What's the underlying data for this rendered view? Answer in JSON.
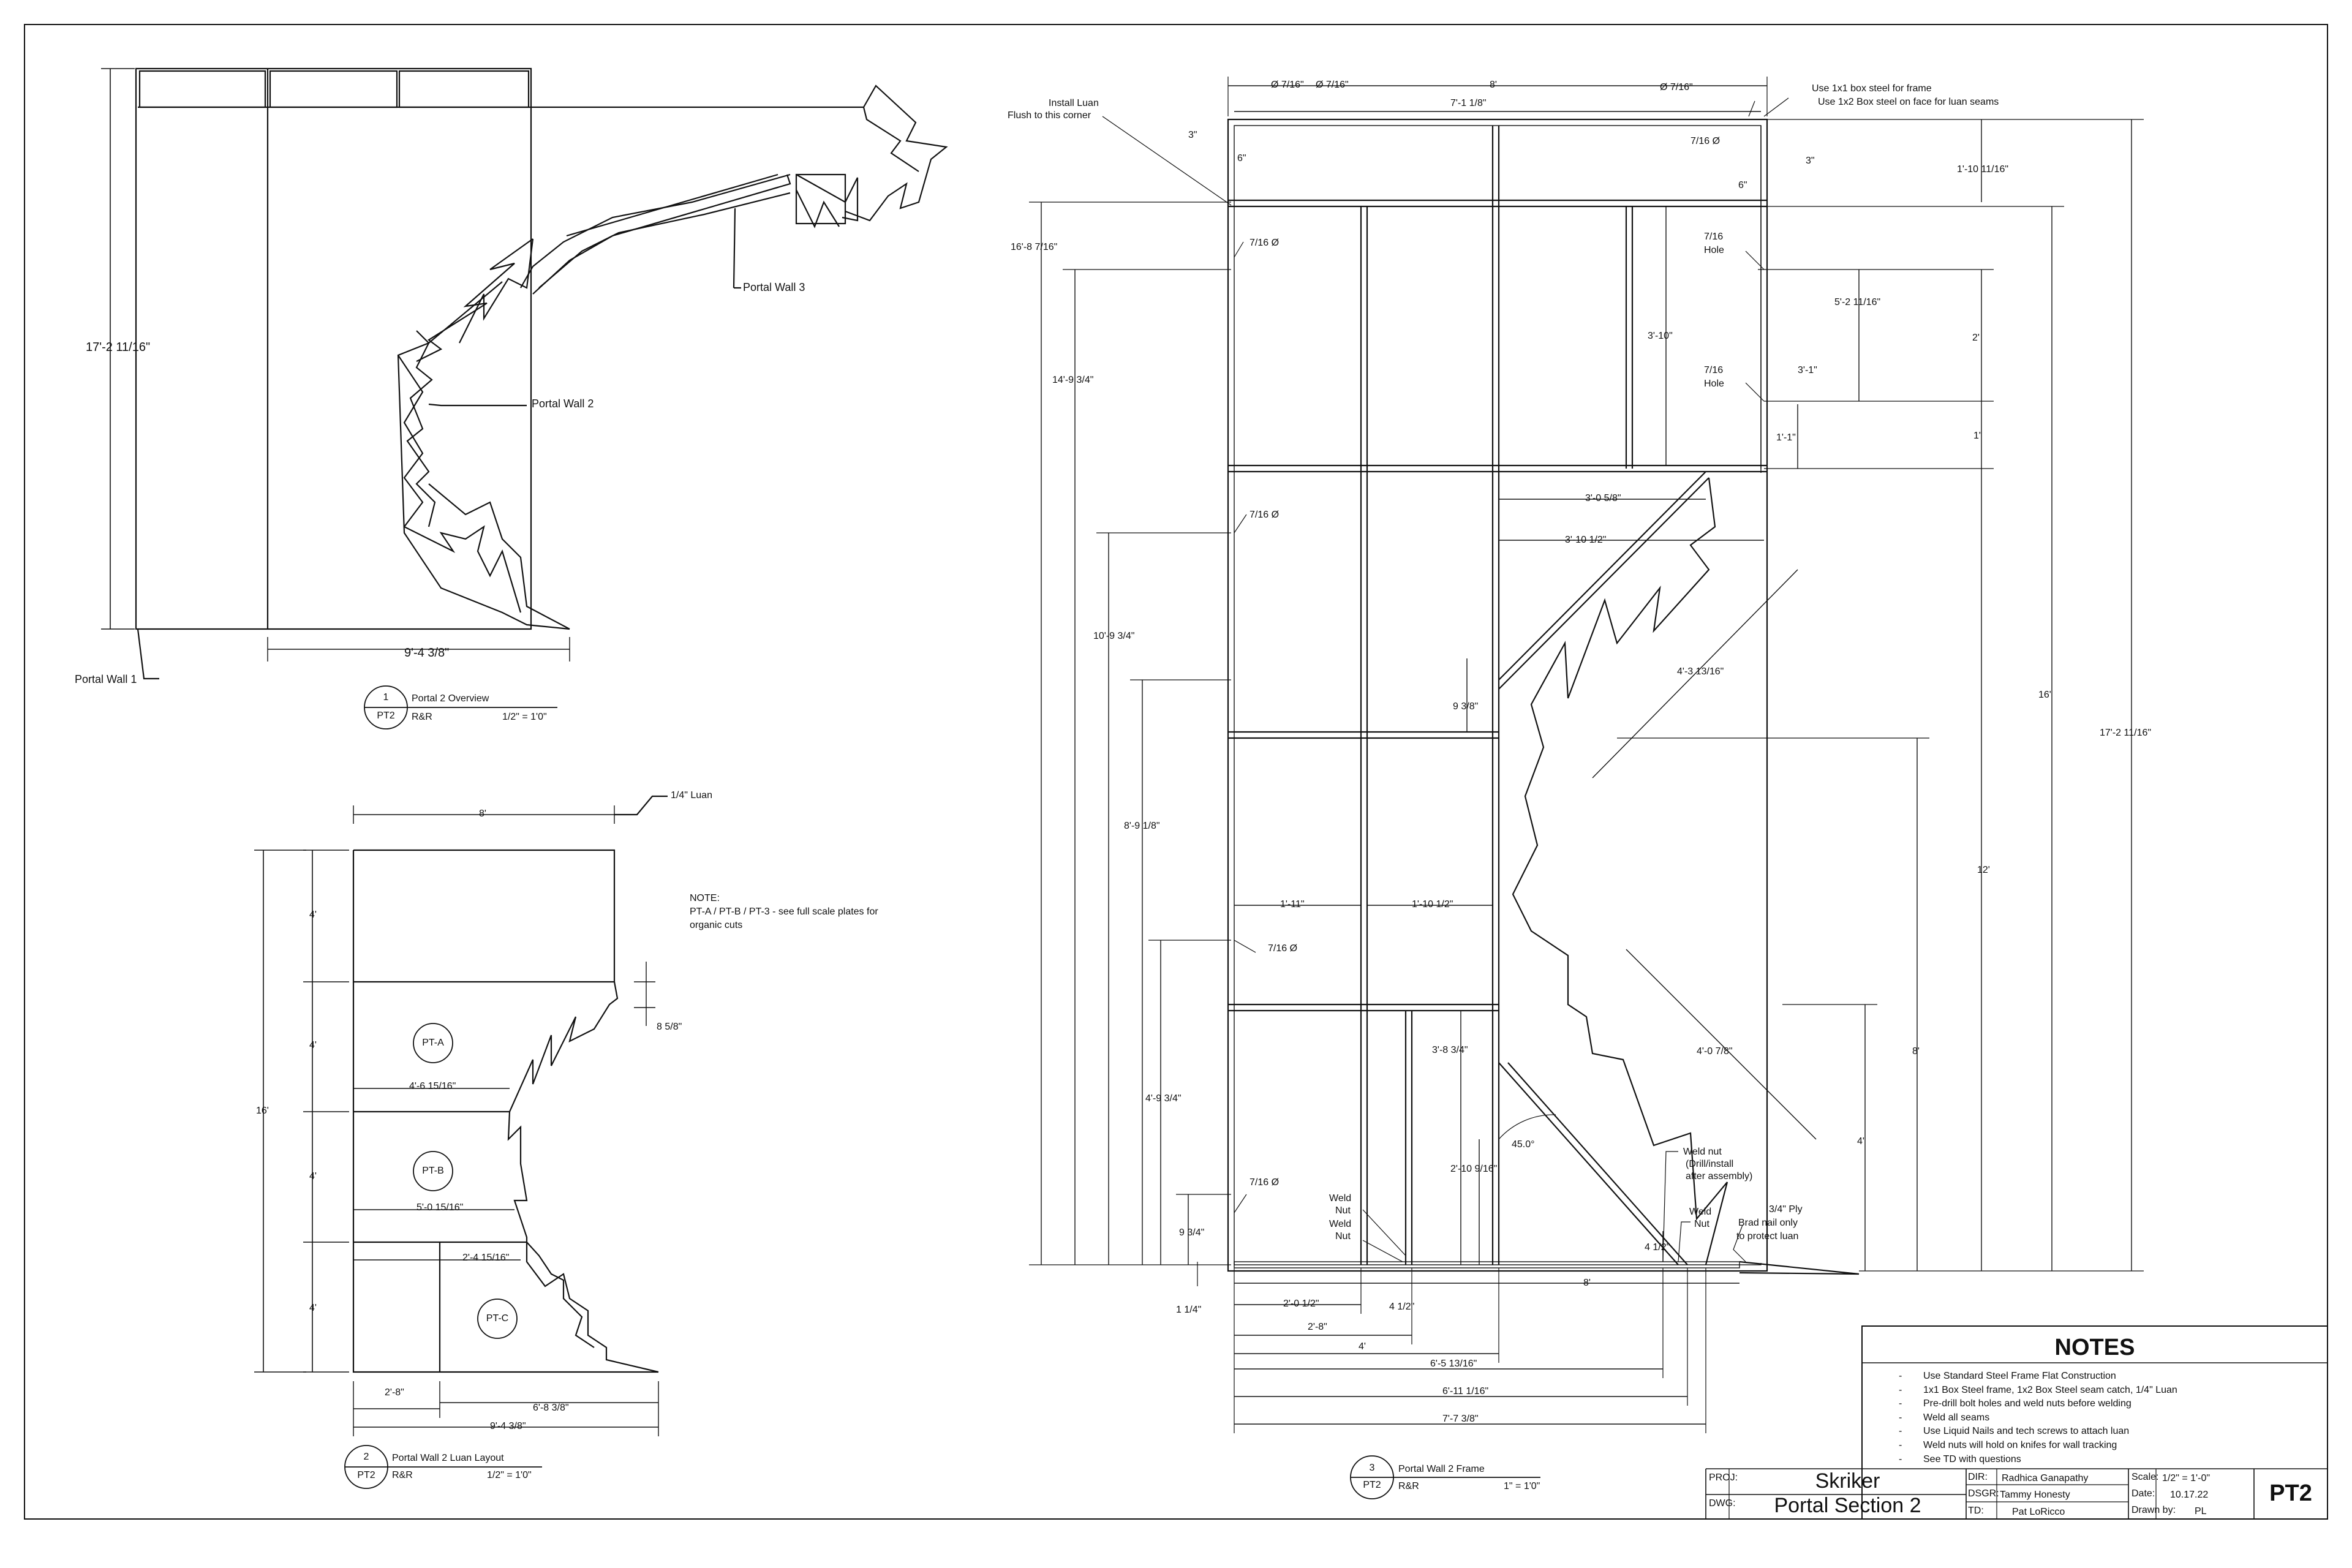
{
  "drawings": {
    "overview": {
      "number": "1",
      "sheet": "PT2",
      "title": "Portal 2 Overview",
      "by": "R&R",
      "scale": "1/2\" = 1'0\"",
      "labels": {
        "wall1": "Portal Wall 1",
        "wall2": "Portal Wall 2",
        "wall3": "Portal Wall 3",
        "height": "17'-2 11/16\"",
        "width": "9'-4 3/8\""
      }
    },
    "luan_layout": {
      "number": "2",
      "sheet": "PT2",
      "title": "Portal Wall 2 Luan Layout",
      "by": "R&R",
      "scale": "1/2\" = 1'0\"",
      "luan": "1/4\" Luan",
      "note_title": "NOTE:",
      "note_lines": [
        "PT-A / PT-B / PT-3 - see full scale plates for",
        "organic cuts"
      ],
      "panels": [
        "PT-A",
        "PT-B",
        "PT-C"
      ],
      "dims": {
        "top": "8'",
        "row": "4'",
        "total": "16'",
        "a": "4'-6 15/16\"",
        "b": "5'-0 15/16\"",
        "c": "2'-4 15/16\"",
        "notch": "8 5/8\"",
        "bottom_left": "2'-8\"",
        "bottom_mid": "6'-8 3/8\"",
        "bottom_total": "9'-4 3/8\""
      }
    },
    "frame": {
      "number": "3",
      "sheet": "PT2",
      "title": "Portal Wall 2 Frame",
      "by": "R&R",
      "scale": "1\" = 1'0\"",
      "callouts": {
        "install_luan": [
          "Install Luan",
          "Flush to this corner"
        ],
        "box_steel": [
          "Use 1x1 box steel for frame",
          "Use 1x2 Box steel on face for luan seams"
        ],
        "hole_upper": [
          "7/16",
          "Hole"
        ],
        "hole_lower": [
          "7/16",
          "Hole"
        ],
        "weld_nut_drill": [
          "Weld nut",
          "(Drill/install",
          "after assembly)"
        ],
        "weld_nut_left": [
          "Weld",
          "Nut",
          "Weld",
          "Nut"
        ],
        "weld_nut_right": [
          "Weld",
          "Nut"
        ],
        "ply": [
          "3/4\" Ply",
          "Brad nail only",
          "to protect luan"
        ],
        "angle": "45.0°"
      },
      "dims": {
        "top_width": "8'",
        "top_inner": "7'-1 1/8\"",
        "hole_dia": "Ø 7/16\"",
        "three_in": "3\"",
        "six_in": "6\"",
        "r_height_a": "1'-10 11/16\"",
        "r_5_2": "5'-2 11/16\"",
        "r_2": "2'",
        "r_3_1": "3'-1\"",
        "r_1": "1'",
        "r_1_1": "1'-1\"",
        "r_16": "16'",
        "r_17": "17'-2 11/16\"",
        "r_12": "12'",
        "r_8": "8'",
        "r_4": "4'",
        "l_16_8": "16'-8 7/16\"",
        "l_14_9": "14'-9 3/4\"",
        "l_10_9": "10'-9 3/4\"",
        "l_8_9": "8'-9 1/8\"",
        "l_4_9": "4'-9 3/4\"",
        "l_9_3_4": "9 3/4\"",
        "l_1_1_4": "1 1/4\"",
        "c_3_10": "3'-10\"",
        "c_3_0": "3'-0 5/8\"",
        "c_3_10_half": "3'-10 1/2\"",
        "c_4_3": "4'-3 13/16\"",
        "c_9_3_8": "9 3/8\"",
        "c_1_11": "1'-11\"",
        "c_1_10": "1'-10 1/2\"",
        "c_3_8": "3'-8 3/4\"",
        "c_2_10": "2'-10 9/16\"",
        "c_4_0": "4'-0 7/8\"",
        "c_4_5": "4 1/2\"",
        "b_8": "8'",
        "b_2_0": "2'-0 1/2\"",
        "b_4_half": "4 1/2\"",
        "b_2_8": "2'-8\"",
        "b_4": "4'",
        "b_6_5": "6'-5 13/16\"",
        "b_6_11": "6'-11 1/16\"",
        "b_7_7": "7'-7 3/8\"",
        "hole_sym": "7/16 Ø"
      }
    }
  },
  "notes": {
    "heading": "NOTES",
    "items": [
      "Use Standard Steel Frame Flat Construction",
      "1x1 Box Steel frame, 1x2 Box Steel seam catch, 1/4\" Luan",
      "Pre-drill bolt holes and weld nuts before welding",
      "Weld all seams",
      "Use Liquid Nails and tech screws to attach luan",
      "Weld nuts will hold on knifes for wall tracking",
      "See TD with questions"
    ]
  },
  "title_block": {
    "proj_label": "PROJ:",
    "proj": "Skriker",
    "dwg_label": "DWG:",
    "dwg": "Portal Section 2",
    "dir_label": "DIR:",
    "dir": "Radhica Ganapathy",
    "dsgr_label": "DSGR:",
    "dsgr": "Tammy Honesty",
    "td_label": "TD:",
    "td": "Pat LoRicco",
    "scale_label": "Scale:",
    "scale": "1/2\" = 1'-0\"",
    "date_label": "Date:",
    "date": "10.17.22",
    "drawn_label": "Drawn by:",
    "drawn": "PL",
    "sheet": "PT2"
  }
}
